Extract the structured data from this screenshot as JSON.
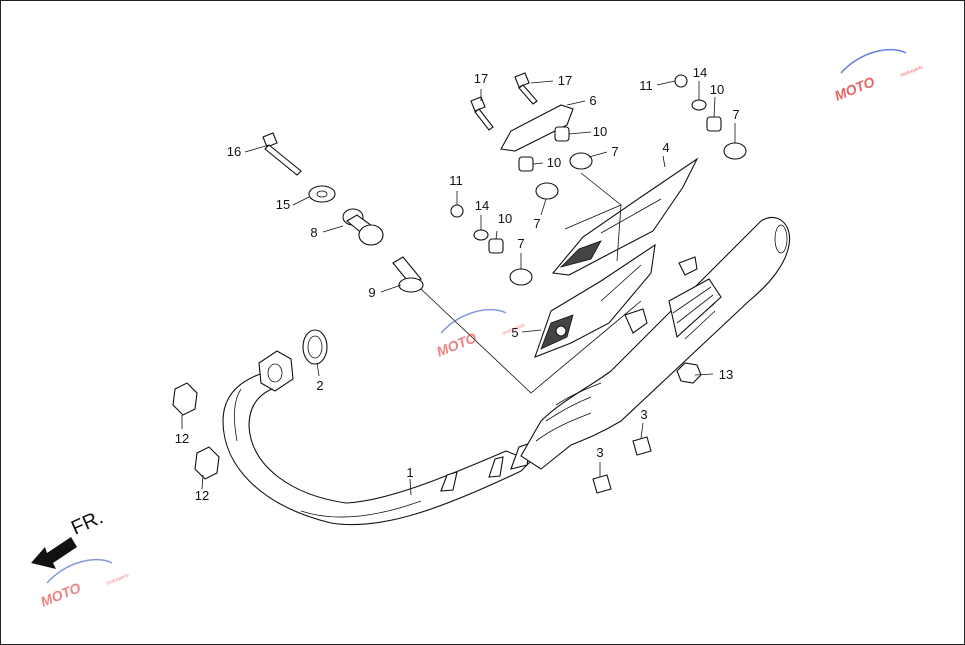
{
  "callouts": {
    "c1": "1",
    "c2": "2",
    "c3a": "3",
    "c3b": "3",
    "c4": "4",
    "c5": "5",
    "c6": "6",
    "c7a": "7",
    "c7b": "7",
    "c7c": "7",
    "c7d": "7",
    "c8": "8",
    "c9": "9",
    "c10a": "10",
    "c10b": "10",
    "c10c": "10",
    "c10d": "10",
    "c11a": "11",
    "c11b": "11",
    "c12a": "12",
    "c12b": "12",
    "c13": "13",
    "c14a": "14",
    "c14b": "14",
    "c15": "15",
    "c16": "16",
    "c17a": "17",
    "c17b": "17"
  },
  "direction": {
    "label": "FR."
  },
  "watermark": {
    "brand": "MOTO",
    "tagline": "motorparts"
  },
  "colors": {
    "ink": "#111111",
    "watermark_red": "#e03030",
    "watermark_blue": "#3355cc"
  },
  "icons": {
    "direction": "arrow-left-icon"
  }
}
